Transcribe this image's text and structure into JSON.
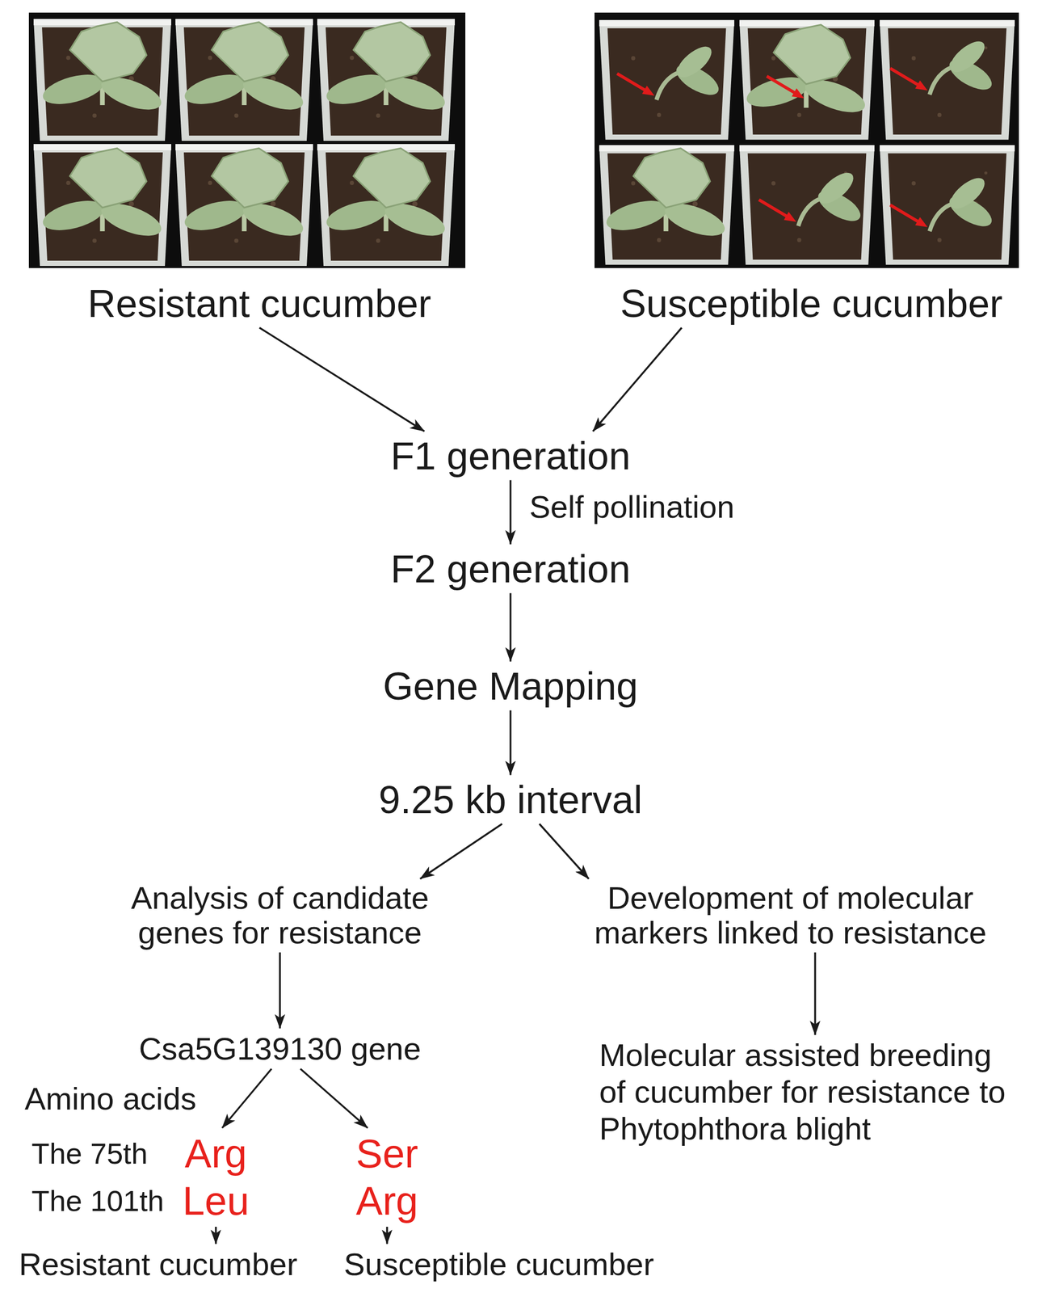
{
  "diagram": {
    "nodes": [
      {
        "text": [
          "Resistant cucumber"
        ]
      },
      {
        "text": [
          "Susceptible cucumber"
        ]
      },
      {
        "text": [
          "F1 generation"
        ]
      },
      {
        "text": [
          "F2 generation"
        ]
      },
      {
        "text": [
          "Gene Mapping"
        ]
      },
      {
        "text": [
          "9.25 kb interval"
        ]
      },
      {
        "text": [
          "Analysis of candidate genes for resistance"
        ]
      },
      {
        "text": [
          "Development of molecular markers linked to resistance"
        ]
      },
      {
        "text": [
          "Csa5G139130 gene"
        ]
      },
      {
        "text": [
          "Molecular assisted breeding of cucumber for resistance to Phytophthora blight"
        ]
      },
      {
        "text": [
          "Arg",
          "Leu"
        ]
      },
      {
        "text": [
          "Ser",
          "Arg"
        ]
      },
      {
        "text": [
          "Resistant cucumber"
        ]
      },
      {
        "text": [
          "Susceptible cucumber"
        ]
      }
    ],
    "edges": [
      {
        "from": 0,
        "to": 2,
        "arrow": "to"
      },
      {
        "from": 1,
        "to": 2,
        "arrow": "to"
      },
      {
        "from": 2,
        "to": 3,
        "label": "Self pollination",
        "arrow": "to"
      },
      {
        "from": 3,
        "to": 4,
        "arrow": "to"
      },
      {
        "from": 4,
        "to": 5,
        "arrow": "to"
      },
      {
        "from": 5,
        "to": 6,
        "arrow": "to"
      },
      {
        "from": 5,
        "to": 7,
        "arrow": "to"
      },
      {
        "from": 6,
        "to": 8,
        "arrow": "to"
      },
      {
        "from": 7,
        "to": 9,
        "arrow": "to"
      },
      {
        "from": 8,
        "to": 10,
        "arrow": "to"
      },
      {
        "from": 8,
        "to": 11,
        "arrow": "to"
      },
      {
        "from": 10,
        "to": 12,
        "arrow": "to"
      },
      {
        "from": 11,
        "to": 13,
        "arrow": "to"
      }
    ],
    "labels": [
      "Amino acids",
      "The 75th",
      "The 101th"
    ]
  }
}
